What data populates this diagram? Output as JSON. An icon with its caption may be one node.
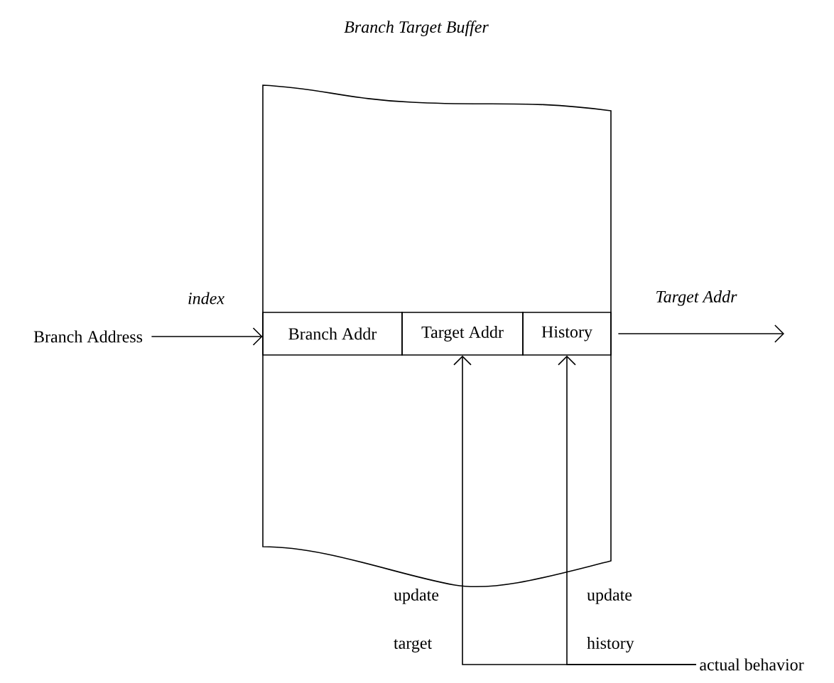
{
  "diagram": {
    "title": "Branch Target Buffer",
    "nodes": [
      {
        "text": [
          "Branch Address"
        ]
      },
      {
        "text": [],
        "shape": "box"
      },
      {
        "text": [
          "Branch Addr"
        ],
        "in": 1
      },
      {
        "text": [
          "Target Addr"
        ],
        "in": 1
      },
      {
        "text": [
          "History"
        ],
        "in": 1
      },
      {
        "text": [
          "actual behavior"
        ]
      }
    ],
    "edges": [
      {
        "from": 0,
        "to": 1,
        "arrow": "to",
        "label": "index"
      },
      {
        "from": 1,
        "to": null,
        "arrow": "to",
        "label": "Target Addr"
      },
      {
        "from": 5,
        "to": 3,
        "arrow": "to",
        "label": "update target"
      },
      {
        "from": 5,
        "to": 4,
        "arrow": "to",
        "label": "update history"
      }
    ]
  }
}
